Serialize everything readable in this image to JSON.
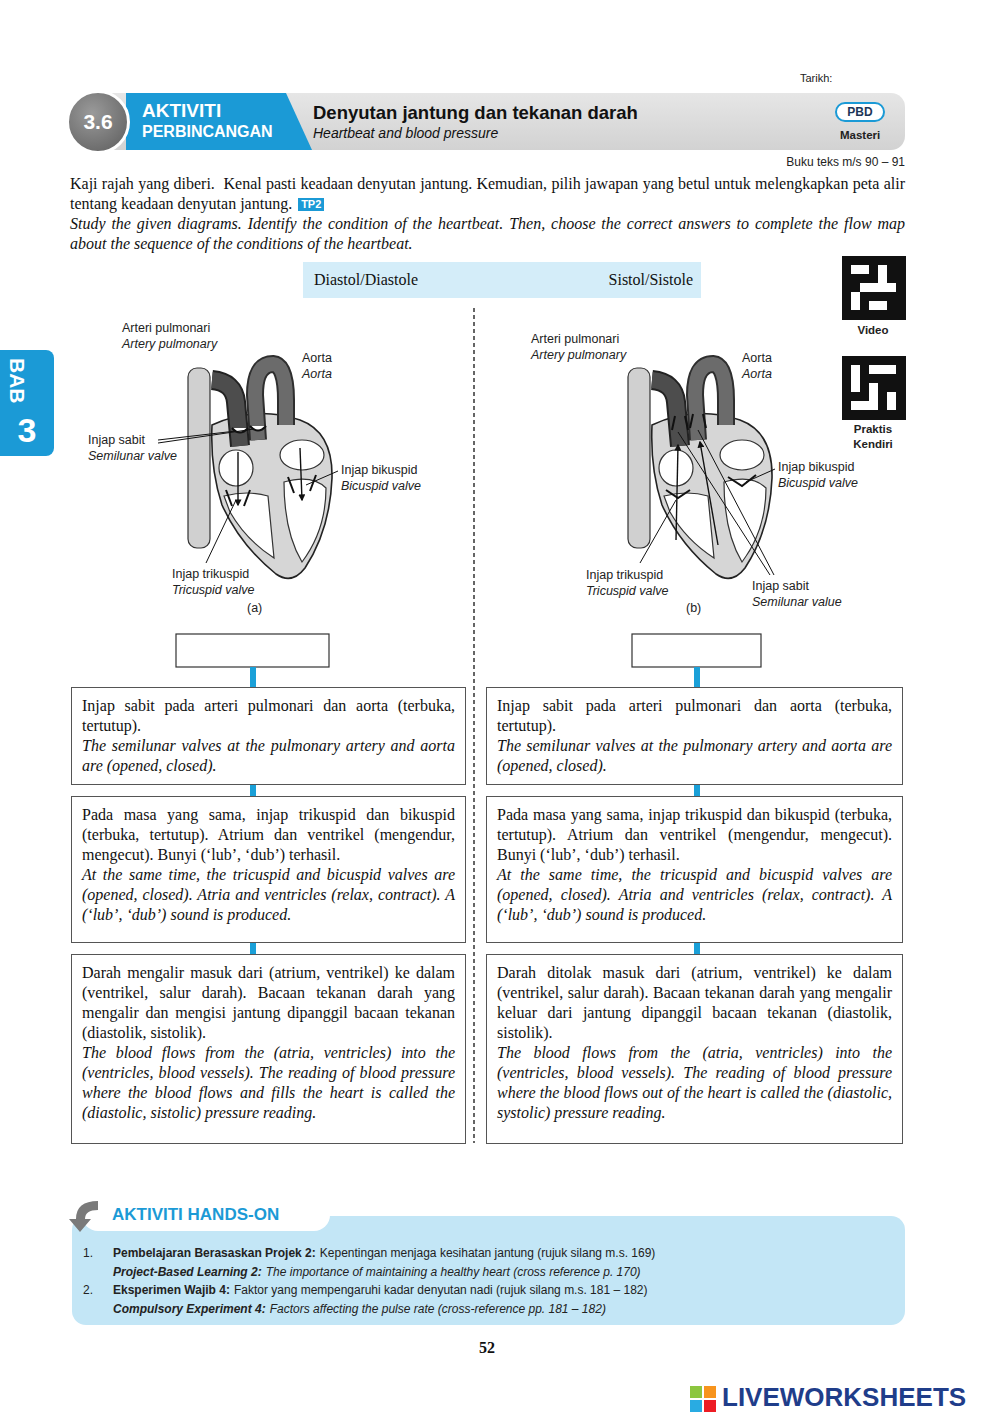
{
  "diagram": {
    "nodes": [
      {
        "text": [
          "3.6"
        ]
      },
      {
        "text": [
          "AKTIVITI",
          "PERBINCANGAN"
        ]
      },
      {
        "text": [
          "Denyutan jantung dan tekanan darah",
          "Heartbeat and blood pressure"
        ]
      },
      {
        "text": [
          "PBD"
        ],
        "in": 2
      },
      {
        "text": [
          "BAB",
          "3"
        ]
      },
      {
        "text": [
          "Diastol/Diastole",
          "Sistol/Sistole"
        ]
      },
      {
        "text": [
          "Injap sabit pada arteri pulmonari dan aorta (terbuka, tertutup).",
          "The semilunar valves at the pulmonary artery and aorta are (opened, closed)."
        ]
      },
      {
        "text": [
          "Pada masa yang sama, injap trikuspid dan bikuspid (terbuka, tertutup). Atrium dan ventrikel (mengendur, mengecut). Bunyi (‘lub’, ‘dub’) terhasil.",
          "At the same time, the tricuspid and bicuspid valves are (opened, closed). Atria and ventricles (relax, contract). A (‘lub’, ‘dub’) sound is produced."
        ]
      },
      {
        "text": [
          "Darah mengalir masuk dari (atrium, ventrikel) ke dalam (ventrikel, salur darah). Bacaan tekanan darah yang mengalir dan mengisi jantung dipanggil bacaan tekanan (diastolik, sistolik).",
          "The blood flows from the (atria, ventricles) into the (ventricles, blood vessels). The reading of blood pressure where the blood flows and fills the heart is called the (diastolic, sistolic) pressure reading."
        ]
      },
      {
        "text": [
          "Injap sabit pada arteri pulmonari dan aorta (terbuka, tertutup).",
          "The semilunar valves at the pulmonary artery and aorta are (opened, closed)."
        ]
      },
      {
        "text": [
          "Pada masa yang sama, injap trikuspid dan bikuspid (terbuka, tertutup). Atrium dan ventrikel (mengendur, mengecut). Bunyi (‘lub’, ‘dub’) terhasil.",
          "At the same time, the tricuspid and bicuspid valves are (opened, closed). Atria and ventricles (relax, contract). A (‘lub’, ‘dub’) sound is produced."
        ]
      },
      {
        "text": [
          "Darah ditolak masuk dari (atrium, ventrikel) ke dalam (ventrikel, salur darah). Bacaan tekanan darah yang mengalir keluar dari jantung dipanggil bacaan tekanan (diastolik, sistolik).",
          "The blood flows from the (atria, ventricles) into the (ventricles, blood vessels). The reading of blood pressure where the blood flows out of the heart is called the (diastolic, systolic) pressure reading."
        ]
      },
      {
        "text": [
          "1.",
          "Pembelajaran Berasaskan Projek 2:",
          "Kepentingan menjaga kesihatan jantung (rujuk silang m.s. 169)",
          "Project-Based Learning 2:",
          "The importance of maintaining a healthy heart (cross reference p. 170)",
          "2.",
          "Eksperimen Wajib 4:",
          "Faktor yang mempengaruhi kadar denyutan nadi (rujuk silang m.s. 181 – 182)",
          "Compulsory Experiment 4:",
          "Factors affecting the pulse rate (cross-reference pp. 181 – 182)"
        ]
      },
      {
        "text": [
          "AKTIVITI HANDS-ON"
        ],
        "in": 12
      }
    ],
    "edges": [
      {
        "from": 6,
        "to": 7,
        "arrow": "none"
      },
      {
        "from": 7,
        "to": 8,
        "arrow": "none"
      },
      {
        "from": 9,
        "to": 10,
        "arrow": "none"
      },
      {
        "from": 10,
        "to": 11,
        "arrow": "none"
      }
    ],
    "labels": [
      "Tarikh:",
      "Masteri",
      "Buku teks m/s 90 – 91",
      "Kaji rajah yang diberi.  Kenal pasti keadaan denyutan jantung. Kemudian, pilih jawapan yang betul untuk melengkapkan peta alir tentang keadaan denyutan jantung.",
      "TP2",
      "Study the given diagrams. Identify the condition of the heartbeat. Then, choose the correct answers to complete the flow map about the sequence of the conditions of the heartbeat.",
      "Video",
      "Praktis Kendiri",
      "Arteri pulmonari",
      "Artery pulmonary",
      "Aorta",
      "Aorta",
      "Injap sabit",
      "Semilunar valve",
      "Injap bikuspid",
      "Bicuspid valve",
      "Injap trikuspid",
      "Tricuspid valve",
      "(a)",
      "Arteri pulmonari",
      "Artery pulmonary",
      "Aorta",
      "Aorta",
      "Injap bikuspid",
      "Bicuspid valve",
      "Injap trikuspid",
      "Tricuspid valve",
      "Injap sabit",
      "Semilunar value",
      "(b)",
      "52",
      "LIVEWORKSHEETS"
    ]
  }
}
